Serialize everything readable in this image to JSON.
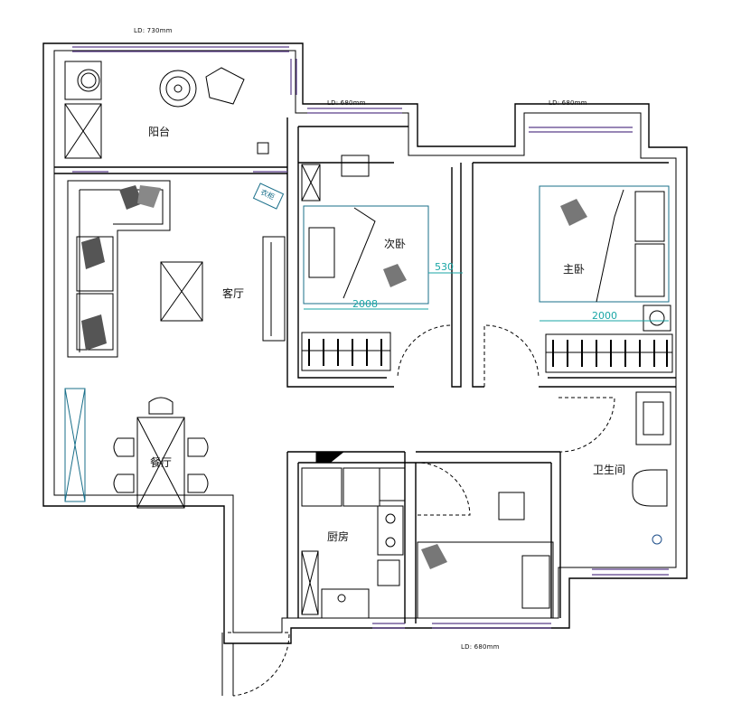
{
  "rooms": {
    "balcony": "阳台",
    "second_bedroom": "次卧",
    "master_bedroom": "主卧",
    "living_room": "客厅",
    "dining_room": "餐厅",
    "kitchen": "厨房",
    "bathroom": "卫生间"
  },
  "window_labels": {
    "top_balcony": "LD: 730mm",
    "second_bedroom": "LD: 680mm",
    "master_bedroom": "LD: 680mm",
    "bottom_room": "LD: 680mm"
  },
  "dimensions": {
    "bed_gap": "530",
    "second_bed_length": "2008",
    "master_bed_length": "2000"
  },
  "furniture_tags": {
    "tv_cabinet_tag": "衣柜"
  },
  "colors": {
    "wall": "#000000",
    "window": "#5a3d8a",
    "teal": "#1aa6a6",
    "blue_line": "#1f4f8a"
  }
}
